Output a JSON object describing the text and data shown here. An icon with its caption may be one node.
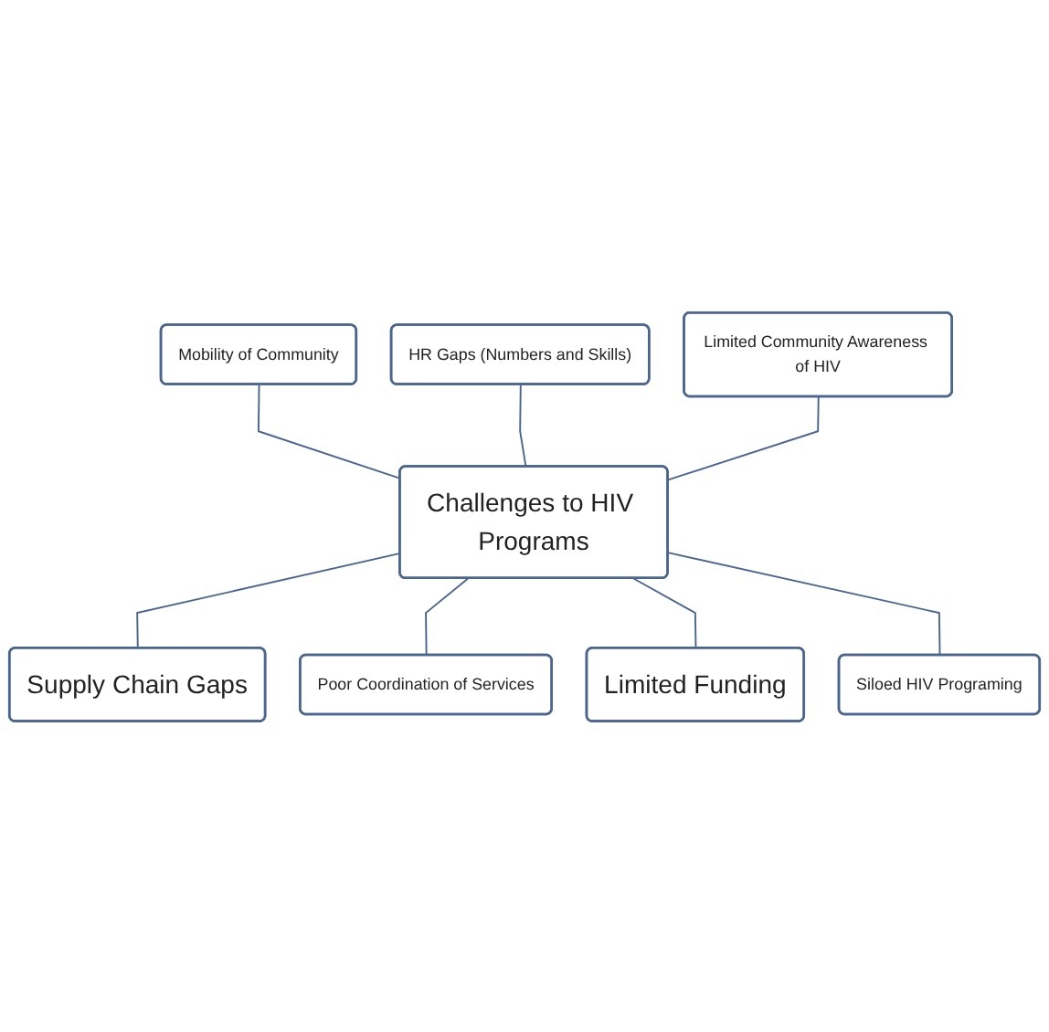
{
  "diagram": {
    "nodes": [
      {
        "text": [
          "Mobility of Community"
        ]
      },
      {
        "text": [
          "HR Gaps (Numbers and Skills)"
        ]
      },
      {
        "text": [
          "Limited Community Awareness of HIV"
        ]
      },
      {
        "text": [
          "Challenges to HIV Programs"
        ]
      },
      {
        "text": [
          "Supply Chain Gaps"
        ]
      },
      {
        "text": [
          "Poor Coordination of Services"
        ]
      },
      {
        "text": [
          "Limited Funding"
        ]
      },
      {
        "text": [
          "Siloed HIV Programing"
        ]
      }
    ],
    "edges": [
      {
        "from": 0,
        "to": 3,
        "arrow": "none"
      },
      {
        "from": 1,
        "to": 3,
        "arrow": "none"
      },
      {
        "from": 2,
        "to": 3,
        "arrow": "none"
      },
      {
        "from": 3,
        "to": 4,
        "arrow": "none"
      },
      {
        "from": 3,
        "to": 5,
        "arrow": "none"
      },
      {
        "from": 3,
        "to": 6,
        "arrow": "none"
      },
      {
        "from": 3,
        "to": 7,
        "arrow": "none"
      }
    ]
  }
}
